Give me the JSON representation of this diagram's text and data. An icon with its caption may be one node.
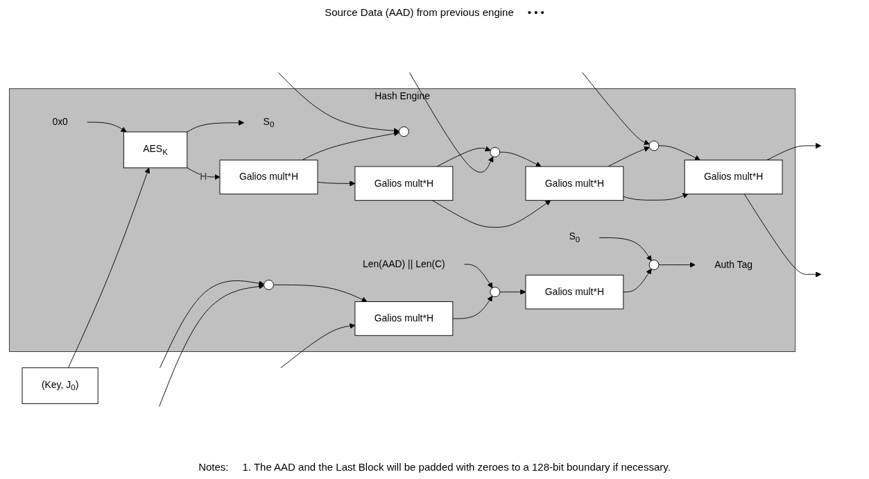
{
  "diagram": {
    "nodes": [
      {
        "text": [
          "(Key, J$_{0}$)"
        ]
      },
      {
        "text": [
          "Hash Engine"
        ]
      },
      {
        "text": [
          "0x0"
        ],
        "in": 1
      },
      {
        "text": [
          "AES$_{K}$"
        ],
        "in": 1
      },
      {
        "text": [
          "S$_{0}$"
        ],
        "in": 1
      },
      {
        "text": [
          "Galios mult*H"
        ],
        "in": 1
      },
      {
        "text": [],
        "shape": "circle",
        "in": 1
      },
      {
        "text": [
          "Galios mult*H"
        ],
        "in": 1
      },
      {
        "text": [],
        "shape": "circle",
        "in": 1
      },
      {
        "text": [
          "Galios mult*H"
        ],
        "in": 1
      },
      {
        "text": [],
        "shape": "circle",
        "in": 1
      },
      {
        "text": [
          "Galios mult*H"
        ],
        "in": 1
      },
      {
        "text": [],
        "shape": "circle",
        "in": 1
      },
      {
        "text": [
          "Galios mult*H"
        ],
        "in": 1
      },
      {
        "text": [
          "Len(AAD) || Len(C)"
        ],
        "in": 1
      },
      {
        "text": [],
        "shape": "circle",
        "in": 1
      },
      {
        "text": [
          "Galios mult*H"
        ],
        "in": 1
      },
      {
        "text": [
          "S$_{0}$"
        ],
        "in": 1
      },
      {
        "text": [],
        "shape": "circle",
        "in": 1
      },
      {
        "text": [
          "Auth Tag"
        ],
        "in": 1
      }
    ],
    "edges": [
      {
        "from": 0,
        "to": 3,
        "arrow": "to"
      },
      {
        "from": 2,
        "to": 3,
        "arrow": "to"
      },
      {
        "from": 3,
        "to": 4,
        "arrow": "to"
      },
      {
        "from": 3,
        "to": 5,
        "label": "H",
        "arrow": "to"
      },
      {
        "from": 5,
        "to": 6,
        "arrow": "to"
      },
      {
        "from": 5,
        "to": 7,
        "arrow": "to"
      },
      {
        "from": null,
        "to": 6,
        "arrow": "to"
      },
      {
        "from": null,
        "to": 8,
        "arrow": "to"
      },
      {
        "from": 7,
        "to": 8,
        "arrow": "to"
      },
      {
        "from": 7,
        "to": 9,
        "arrow": "to"
      },
      {
        "from": 8,
        "to": 9,
        "arrow": "to"
      },
      {
        "from": 9,
        "to": 10,
        "arrow": "to"
      },
      {
        "from": 9,
        "to": 11,
        "arrow": "to"
      },
      {
        "from": null,
        "to": 10,
        "arrow": "to"
      },
      {
        "from": 10,
        "to": 11,
        "arrow": "to"
      },
      {
        "from": 11,
        "to": null,
        "arrow": "to"
      },
      {
        "from": 11,
        "to": null,
        "arrow": "to"
      },
      {
        "from": null,
        "to": 12,
        "arrow": "to"
      },
      {
        "from": null,
        "to": 13,
        "arrow": "to"
      },
      {
        "from": null,
        "to": 12,
        "arrow": "to"
      },
      {
        "from": 12,
        "to": 13,
        "arrow": "to"
      },
      {
        "from": 13,
        "to": 15,
        "arrow": "to"
      },
      {
        "from": 14,
        "to": 15,
        "arrow": "to"
      },
      {
        "from": 15,
        "to": 16,
        "arrow": "to"
      },
      {
        "from": 16,
        "to": 18,
        "arrow": "to"
      },
      {
        "from": 17,
        "to": 18,
        "arrow": "to"
      },
      {
        "from": 18,
        "to": 19,
        "arrow": "to"
      }
    ],
    "labels": [
      "Source Data (AAD) from previous engine",
      "• • •",
      "Notes:",
      "1. The AAD and the Last Block will be padded with zeroes to a 128-bit boundary if necessary."
    ]
  }
}
